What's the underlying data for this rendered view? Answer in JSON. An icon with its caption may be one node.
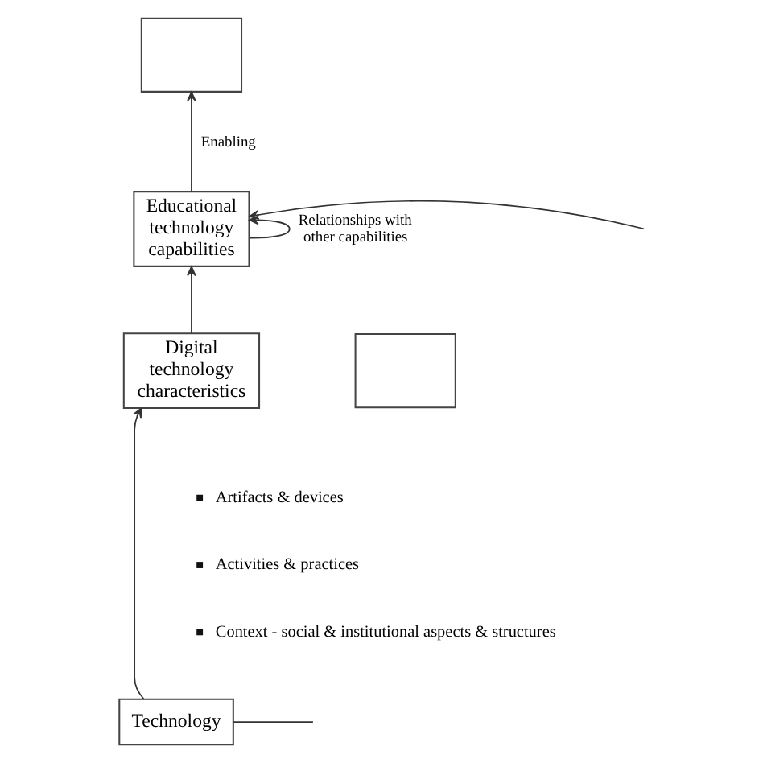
{
  "diagram": {
    "nodes": [
      {
        "text": [],
        "shape": "box"
      },
      {
        "text": [
          "Educational technology capabilities"
        ]
      },
      {
        "text": [
          "Digital technology characteristics"
        ]
      },
      {
        "text": [],
        "shape": "box"
      },
      {
        "text": [
          "Technology"
        ]
      }
    ],
    "edges": [
      {
        "from": 2,
        "to": 1,
        "arrow": "to"
      },
      {
        "from": 1,
        "to": 0,
        "arrow": "to",
        "label": "Enabling"
      },
      {
        "from": null,
        "to": 1,
        "arrow": "to"
      },
      {
        "from": 1,
        "to": 1,
        "arrow": "to",
        "label": "Relationships with other capabilities"
      },
      {
        "from": 4,
        "to": 2,
        "arrow": "to"
      },
      {
        "from": 4,
        "to": null,
        "arrow": "none"
      }
    ],
    "labels": [
      "Artifacts & devices",
      "Activities & practices",
      "Context - social & institutional aspects & structures"
    ]
  }
}
